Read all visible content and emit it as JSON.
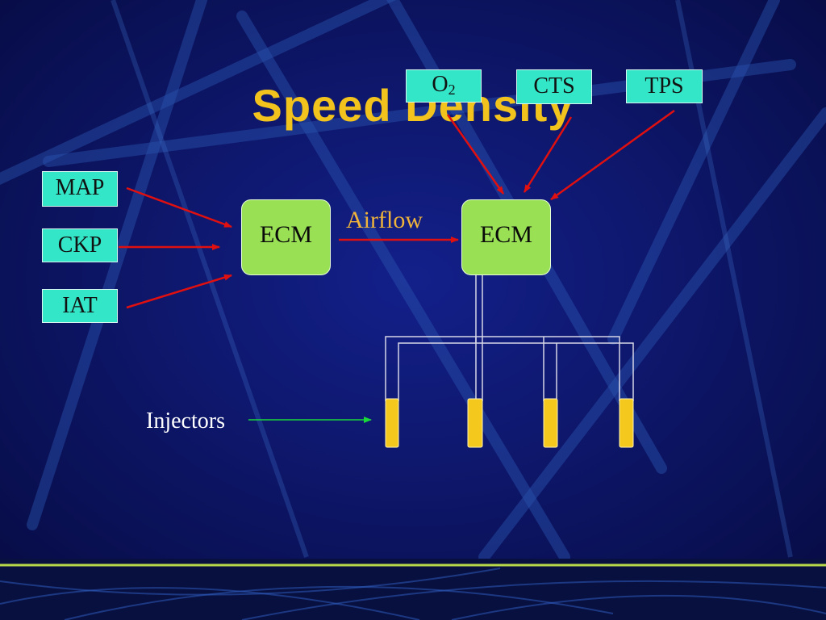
{
  "slide": {
    "title": "Speed Density"
  },
  "sensors": {
    "map": "MAP",
    "ckp": "CKP",
    "iat": "IAT",
    "o2_main": "O",
    "o2_sub": "2",
    "cts": "CTS",
    "tps": "TPS"
  },
  "ecm_left": "ECM",
  "ecm_right": "ECM",
  "airflow_label": "Airflow",
  "injectors_label": "Injectors",
  "colors": {
    "background": "#0b1460",
    "title": "#f2c31c",
    "sensor_box": "#33e6c8",
    "ecm_box": "#99e055",
    "arrow_red": "#e01010",
    "arrow_green": "#18d83a",
    "injector": "#f4c81c",
    "airflow_text": "#f0b43a"
  }
}
